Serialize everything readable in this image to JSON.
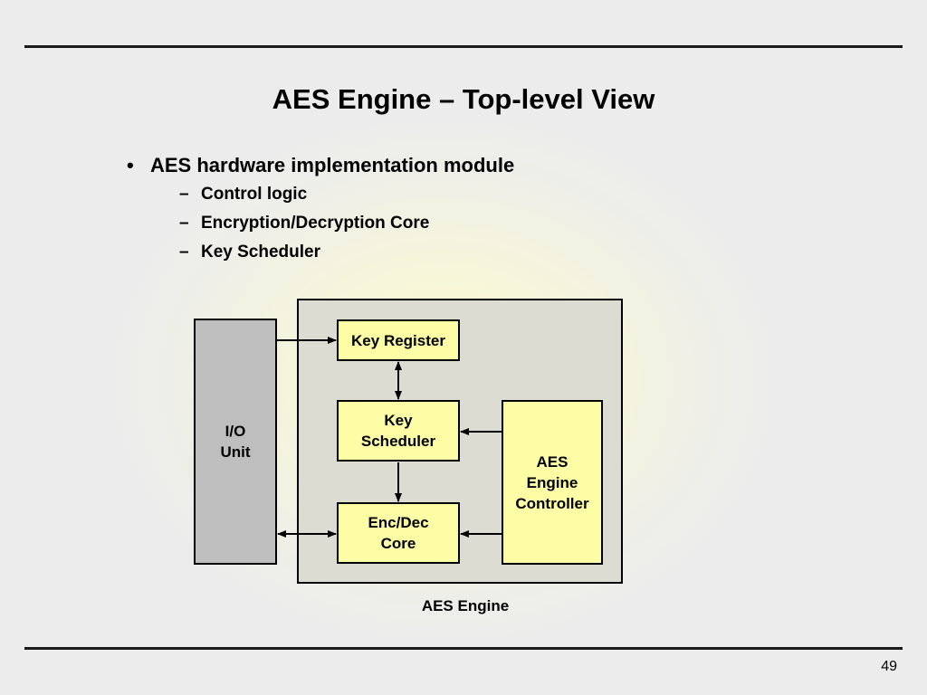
{
  "slide": {
    "title": "AES Engine – Top-level View",
    "bullet_mark": "•",
    "bullet": "AES hardware implementation module",
    "sub_mark": "–",
    "sub_items": [
      "Control logic",
      "Encryption/Decryption Core",
      "Key Scheduler"
    ],
    "page_number": "49"
  },
  "diagram": {
    "blocks": {
      "io_unit": "I/O\nUnit",
      "key_register": "Key Register",
      "key_scheduler": "Key\nScheduler",
      "enc_dec_core": "Enc/Dec\nCore",
      "controller": "AES\nEngine\nController"
    },
    "engine_label": "AES Engine",
    "colors": {
      "block_fill": "#fdfda6",
      "io_fill": "#bebebe",
      "engine_fill": "#dcdcd2"
    }
  }
}
